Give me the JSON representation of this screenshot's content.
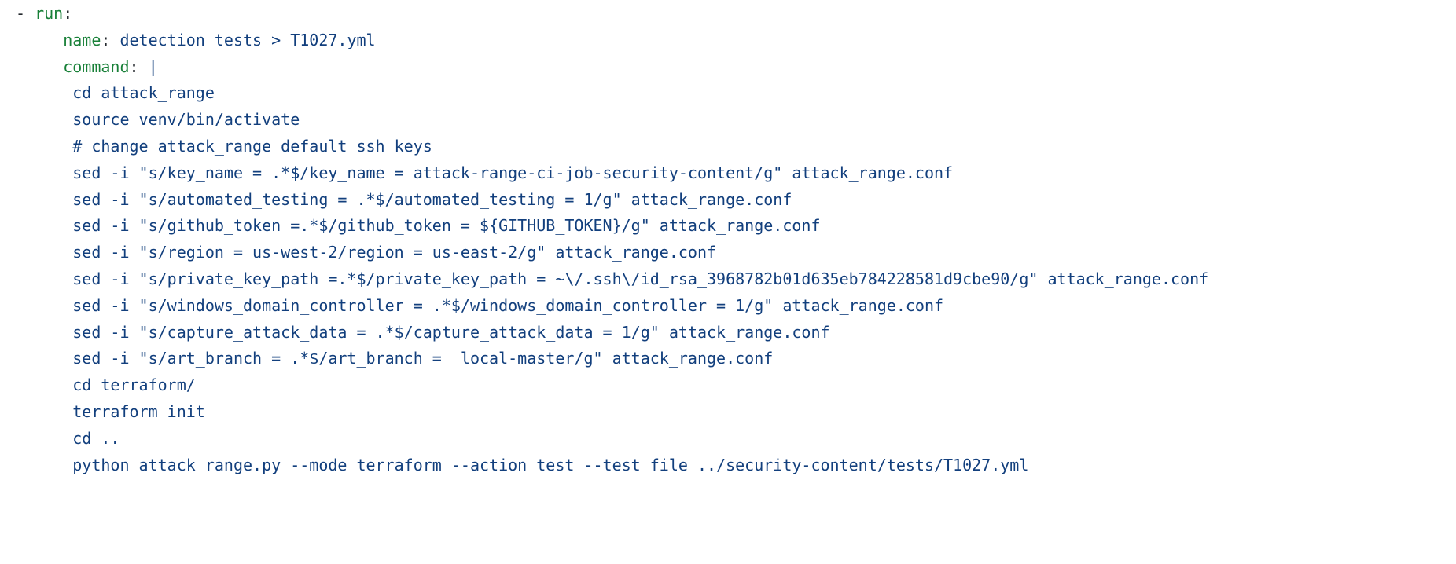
{
  "colors": {
    "key": "#188038",
    "punct": "#24292e",
    "text": "#123f7d"
  },
  "code": {
    "language": "yaml",
    "lines": [
      {
        "tokens": [
          {
            "t": "- ",
            "c": "punct"
          },
          {
            "t": "run",
            "c": "key"
          },
          {
            "t": ":",
            "c": "punct"
          }
        ]
      },
      {
        "tokens": [
          {
            "t": "     ",
            "c": "text"
          },
          {
            "t": "name",
            "c": "key"
          },
          {
            "t": ":",
            "c": "punct"
          },
          {
            "t": " detection tests > T1027.yml",
            "c": "text"
          }
        ]
      },
      {
        "tokens": [
          {
            "t": "     ",
            "c": "text"
          },
          {
            "t": "command",
            "c": "key"
          },
          {
            "t": ":",
            "c": "punct"
          },
          {
            "t": " |",
            "c": "text"
          }
        ]
      },
      {
        "tokens": [
          {
            "t": "      cd attack_range",
            "c": "text"
          }
        ]
      },
      {
        "tokens": [
          {
            "t": "      source venv/bin/activate",
            "c": "text"
          }
        ]
      },
      {
        "tokens": [
          {
            "t": "      # change attack_range default ssh keys",
            "c": "text"
          }
        ]
      },
      {
        "tokens": [
          {
            "t": "      sed -i \"s/key_name = .*$/key_name = attack-range-ci-job-security-content/g\" attack_range.conf",
            "c": "text"
          }
        ]
      },
      {
        "tokens": [
          {
            "t": "      sed -i \"s/automated_testing = .*$/automated_testing = 1/g\" attack_range.conf",
            "c": "text"
          }
        ]
      },
      {
        "tokens": [
          {
            "t": "      sed -i \"s/github_token =.*$/github_token = ${GITHUB_TOKEN}/g\" attack_range.conf",
            "c": "text"
          }
        ]
      },
      {
        "tokens": [
          {
            "t": "      sed -i \"s/region = us-west-2/region = us-east-2/g\" attack_range.conf",
            "c": "text"
          }
        ]
      },
      {
        "tokens": [
          {
            "t": "      sed -i \"s/private_key_path =.*$/private_key_path = ~\\/.ssh\\/id_rsa_3968782b01d635eb784228581d9cbe90/g\" attack_range.conf",
            "c": "text"
          }
        ]
      },
      {
        "tokens": [
          {
            "t": "      sed -i \"s/windows_domain_controller = .*$/windows_domain_controller = 1/g\" attack_range.conf",
            "c": "text"
          }
        ]
      },
      {
        "tokens": [
          {
            "t": "      sed -i \"s/capture_attack_data = .*$/capture_attack_data = 1/g\" attack_range.conf",
            "c": "text"
          }
        ]
      },
      {
        "tokens": [
          {
            "t": "      sed -i \"s/art_branch = .*$/art_branch =  local-master/g\" attack_range.conf",
            "c": "text"
          }
        ]
      },
      {
        "tokens": [
          {
            "t": "      cd terraform/",
            "c": "text"
          }
        ]
      },
      {
        "tokens": [
          {
            "t": "      terraform init",
            "c": "text"
          }
        ]
      },
      {
        "tokens": [
          {
            "t": "      cd ..",
            "c": "text"
          }
        ]
      },
      {
        "tokens": [
          {
            "t": "      python attack_range.py --mode terraform --action test --test_file ../security-content/tests/T1027.yml",
            "c": "text"
          }
        ]
      }
    ]
  }
}
